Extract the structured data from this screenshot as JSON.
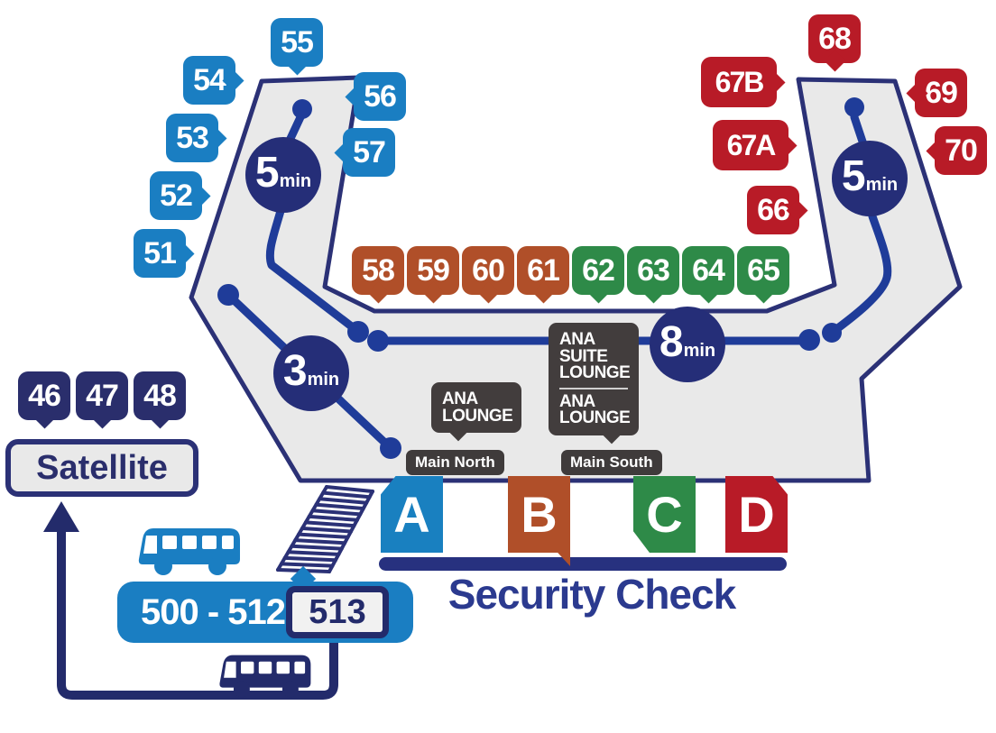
{
  "colors": {
    "blue": "#1a7ec2",
    "orange": "#b04f29",
    "green": "#2e8a48",
    "red": "#b81b27",
    "navy": "#2a2e6c",
    "line_blue": "#1f3c99",
    "circle_navy": "#252e78",
    "terminal_fill": "#e9e9e9",
    "terminal_border": "#2b3176",
    "dark_box": "#423d3d"
  },
  "gates": {
    "blue": [
      "55",
      "54",
      "53",
      "52",
      "51",
      "56",
      "57"
    ],
    "orange": [
      "58",
      "59",
      "60",
      "61"
    ],
    "green": [
      "62",
      "63",
      "64",
      "65"
    ],
    "red": [
      "68",
      "67B",
      "67A",
      "66",
      "69",
      "70"
    ],
    "satellite": [
      "46",
      "47",
      "48"
    ]
  },
  "walk_times": {
    "left_pier": {
      "value": "5",
      "unit": "min"
    },
    "right_pier": {
      "value": "5",
      "unit": "min"
    },
    "center": {
      "value": "8",
      "unit": "min"
    },
    "satellite_link": {
      "value": "3",
      "unit": "min"
    }
  },
  "lounges": {
    "suite_upper": [
      "ANA",
      "SUITE",
      "LOUNGE"
    ],
    "suite_lower": [
      "ANA",
      "LOUNGE"
    ],
    "north": [
      "ANA",
      "LOUNGE"
    ]
  },
  "entrances": {
    "north": "Main North",
    "south": "Main South"
  },
  "security": {
    "label": "Security Check",
    "checkpoints": [
      "A",
      "B",
      "C",
      "D"
    ]
  },
  "satellite": {
    "label": "Satellite"
  },
  "bus_gates": {
    "range": "500 - 512",
    "gate_513": "513"
  }
}
